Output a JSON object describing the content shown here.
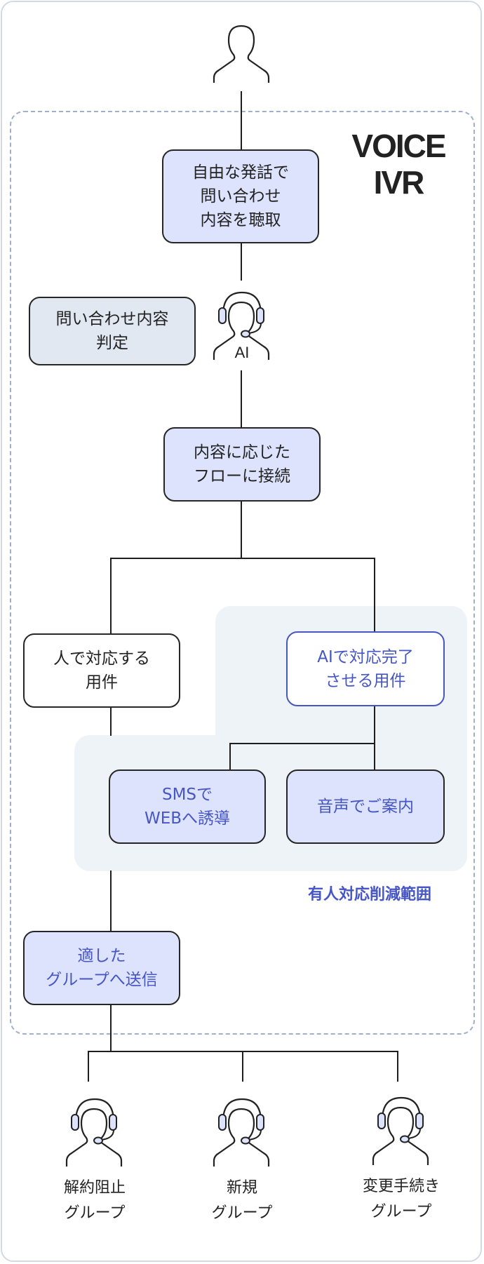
{
  "diagram": {
    "title_lines": [
      "VOICE",
      "IVR"
    ],
    "caller_icon": "person-icon",
    "nodes": {
      "listen": {
        "lines": [
          "自由な発話で",
          "問い合わせ",
          "内容を聴取"
        ]
      },
      "judge": {
        "lines": [
          "問い合わせ内容",
          "判定"
        ]
      },
      "ai_agent": {
        "icon": "headset-operator-icon",
        "label": "AI"
      },
      "route": {
        "lines": [
          "内容に応じた",
          "フローに接続"
        ]
      },
      "human_case": {
        "lines": [
          "人で対応する",
          "用件"
        ]
      },
      "ai_case": {
        "lines": [
          "AIで対応完了",
          "させる用件"
        ]
      },
      "sms": {
        "lines": [
          "SMSで",
          "WEBへ誘導"
        ]
      },
      "voice_guide": {
        "lines": [
          "音声でご案内"
        ]
      },
      "send_group": {
        "lines": [
          "適した",
          "グループへ送信"
        ]
      }
    },
    "reduction_zone_label": "有人対応削減範囲",
    "groups": [
      {
        "icon": "headset-operator-icon",
        "lines": [
          "解約阻止",
          "グループ"
        ]
      },
      {
        "icon": "headset-operator-icon",
        "lines": [
          "新規",
          "グループ"
        ]
      },
      {
        "icon": "headset-operator-icon",
        "lines": [
          "変更手続き",
          "グループ"
        ]
      }
    ],
    "colors": {
      "accent_blue": "#4656c4",
      "lavender_fill": "#dde3fc",
      "gray_fill": "#e1e8f2",
      "zone_fill": "#eef3f8",
      "dashed_border": "#9fb0c8"
    }
  }
}
